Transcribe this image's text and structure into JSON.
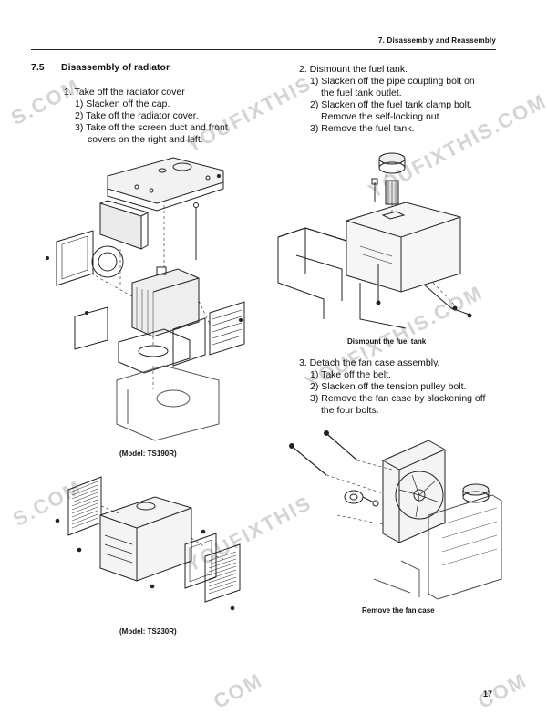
{
  "header": {
    "running_title": "7. Disassembly and Reassembly",
    "page_number": "17"
  },
  "section": {
    "number": "7.5",
    "title": "Disassembly of radiator"
  },
  "left_column": {
    "step1": {
      "title": "1. Take off the radiator cover",
      "items": [
        "1) Slacken off the cap.",
        "2) Take off the radiator cover.",
        "3) Take off the screen duct and front",
        "covers on the right and left."
      ]
    },
    "figure1_caption": "(Model:  TS190R)",
    "figure2_caption": "(Model:  TS230R)"
  },
  "right_column": {
    "step2": {
      "title": "2. Dismount the fuel tank.",
      "items": [
        "1) Slacken off the pipe coupling bolt on",
        "the fuel tank outlet.",
        "2) Slacken off the fuel tank clamp bolt.",
        "Remove the self-locking nut.",
        "3) Remove the fuel tank."
      ]
    },
    "figure3_caption": "Dismount the fuel tank",
    "step3": {
      "title": "3. Detach the fan case assembly.",
      "items": [
        "1) Take off the belt.",
        "2) Slacken off the tension pulley bolt.",
        "3) Remove the fan case by slackening off",
        "the four bolts."
      ]
    },
    "figure4_caption": "Remove the fan case"
  },
  "watermarks": {
    "w1": "S.COM",
    "w2": "YOUFIXTHIS",
    "w3": "YOUFIXTHIS.COM",
    "w4": "S.COM",
    "w5": "YOUFIXTHIS.COM",
    "w6": "YOUFIXTHIS",
    "w7": "COM",
    "w8": "COM"
  }
}
